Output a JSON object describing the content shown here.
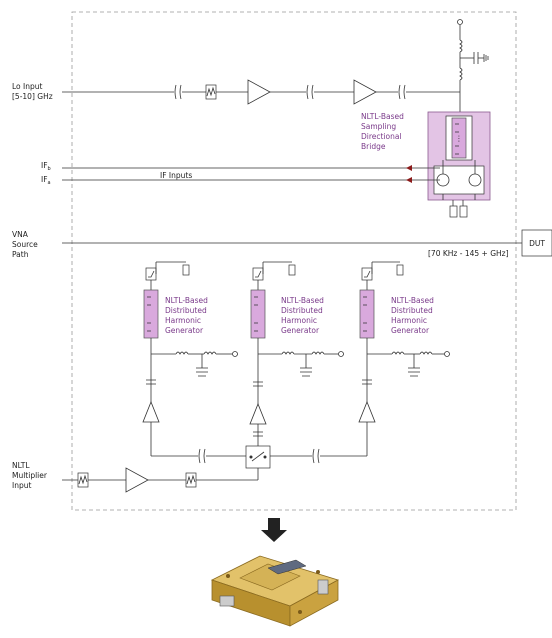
{
  "labels": {
    "lo_input_1": "Lo Input",
    "lo_input_2": "[5-10] GHz",
    "bridge_1": "NLTL-Based",
    "bridge_2": "Sampling",
    "bridge_3": "Directional",
    "bridge_4": "Bridge",
    "if_b": "IF",
    "if_b_sub": "b",
    "if_a": "IF",
    "if_a_sub": "a",
    "if_inputs": "IF Inputs",
    "vna_1": "VNA",
    "vna_2": "Source",
    "vna_3": "Path",
    "dut": "DUT",
    "freq_range": "[70 KHz - 145 + GHz]",
    "gen_1": "NLTL-Based",
    "gen_2": "Distributed",
    "gen_3": "Harmonic",
    "gen_4": "Generator",
    "nltl_in_1": "NLTL",
    "nltl_in_2": "Multiplier",
    "nltl_in_3": "Input"
  },
  "colors": {
    "purple_text": "#7a3a8a",
    "bridge_fill": "#e3c4e5",
    "nltl_fill": "#d9a9dd",
    "arrow_red": "#8b1a1a",
    "module_gold": "#c9a04a"
  },
  "icons": [
    "down-arrow-icon",
    "hardware-module-image"
  ]
}
